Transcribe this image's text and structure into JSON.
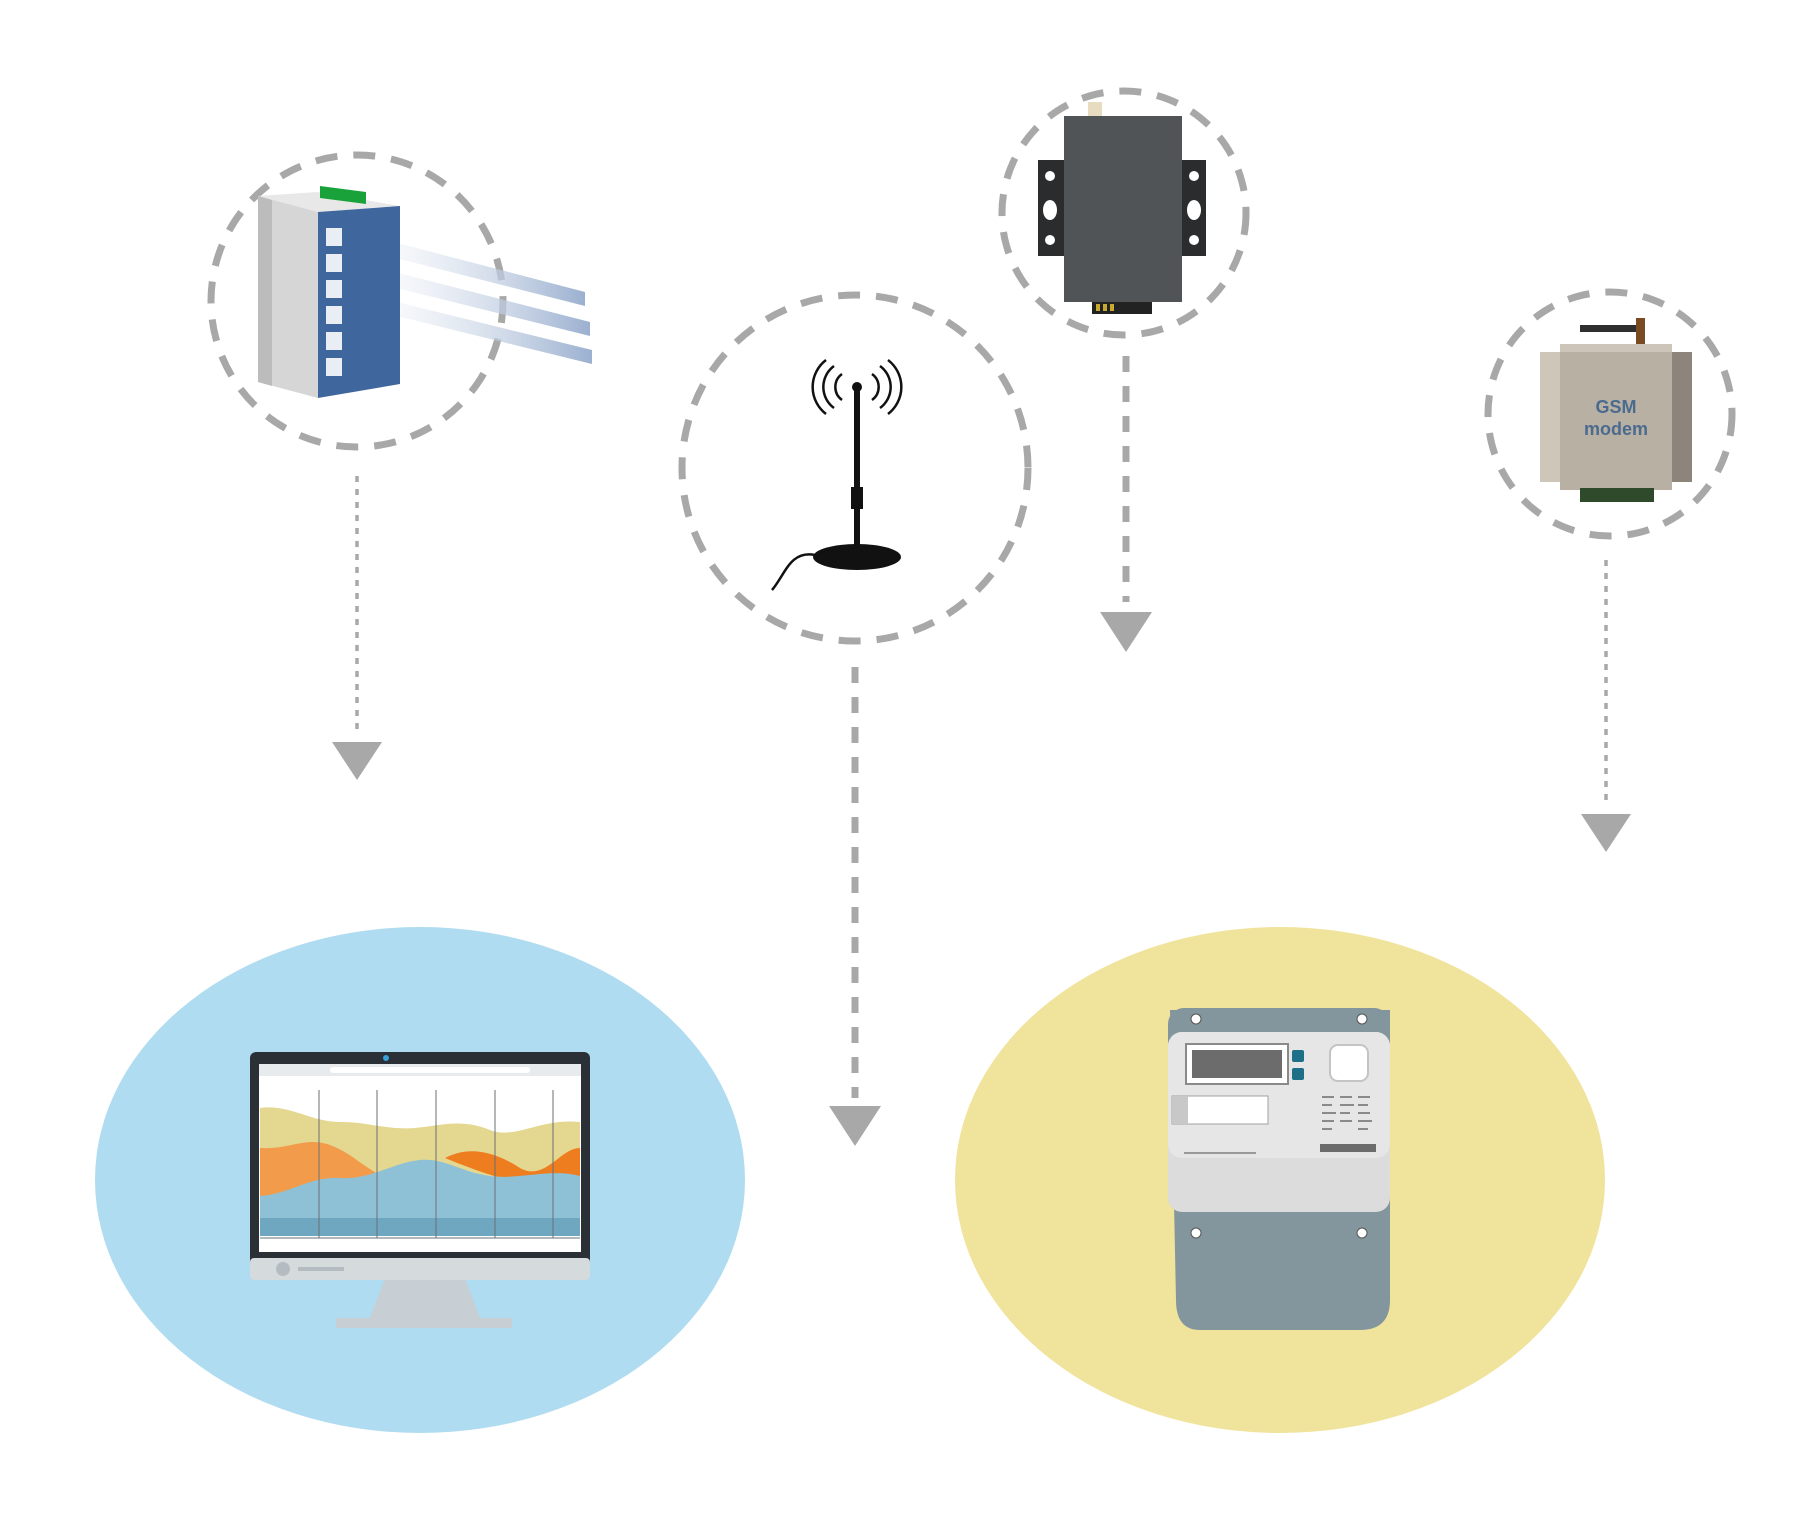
{
  "diagram": {
    "background": "#ffffff",
    "colors": {
      "dashed_ring": "#a8a8a8",
      "arrow": "#a8a8a8",
      "monitor_area_fill": "#afdcf0",
      "meter_area_fill": "#f0e39c",
      "switch_blue": "#3f679d",
      "switch_grey": "#d6d6d6",
      "switch_indicator": "#1aa23a",
      "router_body": "#515457",
      "router_bracket": "#2a2c2e",
      "modem_body": "#b9b0a4",
      "modem_text": "#4a6b8e",
      "meter_body": "#83969d",
      "meter_panel": "#dcdcdc",
      "chart_yellow": "#e4d790",
      "chart_orange": "#f29b4b",
      "chart_dark_orange": "#ee7d1f",
      "chart_blue": "#8fc1d6"
    },
    "nodes": [
      {
        "id": "industrial-switch",
        "icon": "industrial-ethernet-switch-icon"
      },
      {
        "id": "antenna",
        "icon": "magnetic-antenna-icon"
      },
      {
        "id": "router",
        "icon": "industrial-router-icon"
      },
      {
        "id": "gsm-modem",
        "icon": "gsm-modem-icon",
        "label_line1": "GSM",
        "label_line2": "modem"
      },
      {
        "id": "monitor",
        "icon": "monitoring-computer-icon"
      },
      {
        "id": "meter",
        "icon": "electricity-meter-icon"
      }
    ]
  }
}
